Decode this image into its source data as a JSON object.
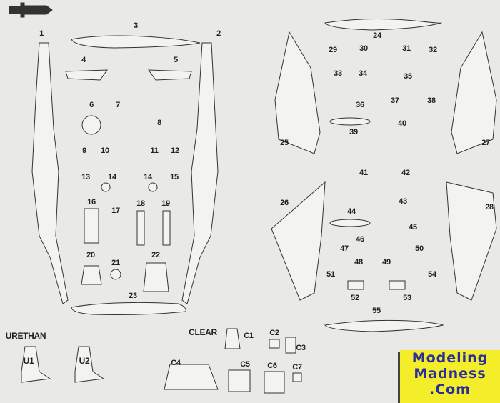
{
  "sheet": {
    "parts": [
      "1",
      "2",
      "3",
      "4",
      "5",
      "6",
      "7",
      "8",
      "9",
      "10",
      "11",
      "12",
      "13",
      "14",
      "14",
      "15",
      "16",
      "17",
      "18",
      "19",
      "20",
      "21",
      "22",
      "23",
      "24",
      "25",
      "26",
      "27",
      "28",
      "29",
      "30",
      "31",
      "32",
      "33",
      "34",
      "35",
      "36",
      "37",
      "38",
      "39",
      "40",
      "41",
      "42",
      "43",
      "44",
      "45",
      "46",
      "47",
      "48",
      "49",
      "50",
      "51",
      "52",
      "53",
      "54",
      "55"
    ],
    "urethane_title": "URETHAN",
    "urethane_parts": [
      "U1",
      "U2"
    ],
    "clear_title": "CLEAR",
    "clear_parts": [
      "C1",
      "C2",
      "C3",
      "C4",
      "C5",
      "C6",
      "C7"
    ]
  },
  "watermark": {
    "line1": "Modeling",
    "line2": "Madness",
    "line3": ".Com",
    "background": "#f4ee2a",
    "text_color": "#2a2d9c"
  }
}
